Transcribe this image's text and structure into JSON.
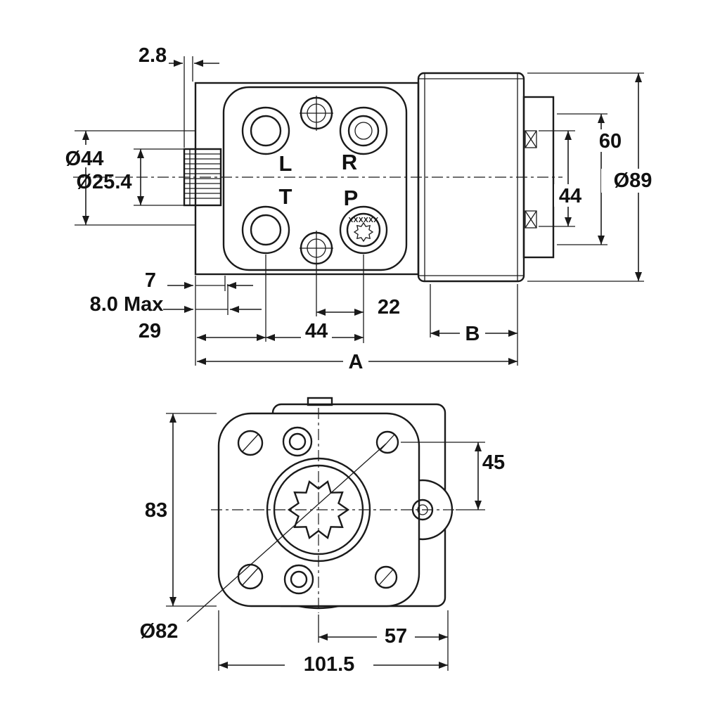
{
  "drawing": {
    "top_view": {
      "ports": {
        "top_left": "L",
        "top_right": "R",
        "bottom_left": "T",
        "bottom_right": "P"
      },
      "p_port_marking": "XXXXXX",
      "dims": {
        "lip": "2.8",
        "collar": "Ø44",
        "shaft": "Ø25.4",
        "plate": "7",
        "spline_max": "8.0 Max",
        "offset29": "29",
        "spacing22": "22",
        "spacing44": "44",
        "lengthA": "A",
        "lengthB": "B",
        "rear60": "60",
        "rear44": "44",
        "body": "Ø89"
      }
    },
    "front_view": {
      "dims": {
        "height83": "83",
        "offset45": "45",
        "pilot": "Ø82",
        "tab57": "57",
        "width1015": "101.5"
      }
    },
    "colors": {
      "line": "#1a1a1a",
      "background": "#ffffff"
    }
  }
}
